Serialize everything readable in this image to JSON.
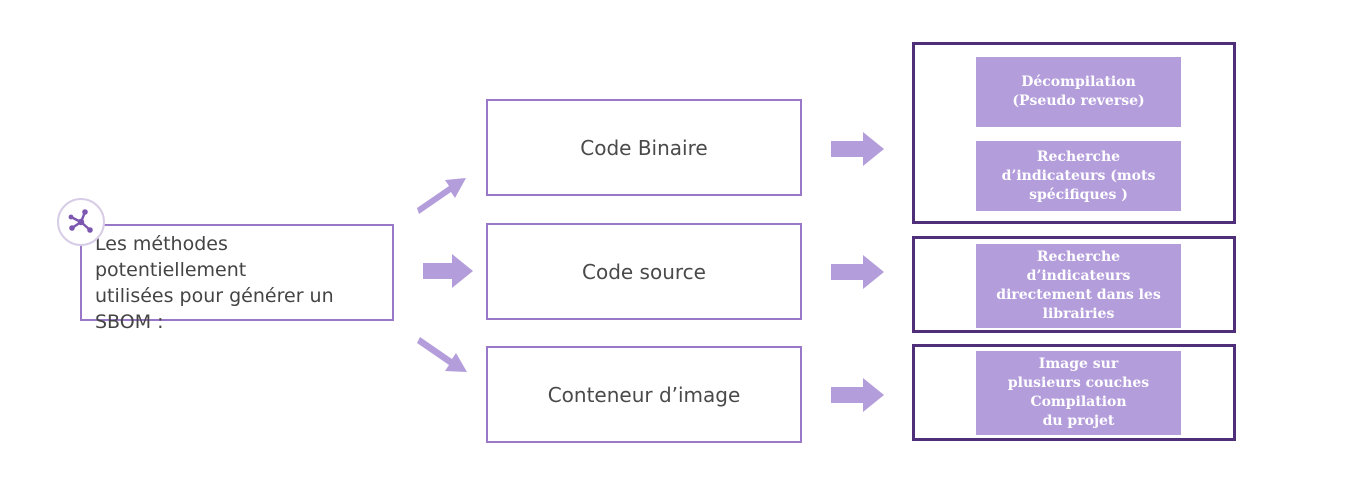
{
  "colors": {
    "accent": "#b39ddb",
    "box_border": "#9a78c8",
    "result_border": "#4f2f7a"
  },
  "start": {
    "icon": "network-nodes-icon",
    "lines": [
      "Les méthodes potentiellement",
      "utilisées pour générer un",
      "SBOM :"
    ]
  },
  "methods": [
    {
      "label": "Code Binaire"
    },
    {
      "label": "Code source"
    },
    {
      "label": "Conteneur d’image"
    }
  ],
  "results": [
    {
      "tags": [
        {
          "lines": [
            "Décompilation",
            "(Pseudo reverse)"
          ]
        },
        {
          "lines": [
            "Recherche",
            "d’indicateurs (mots",
            "spécifiques )"
          ]
        }
      ]
    },
    {
      "tags": [
        {
          "lines": [
            "Recherche",
            "d’indicateurs",
            "directement dans les",
            "librairies"
          ]
        }
      ]
    },
    {
      "tags": [
        {
          "lines": [
            "Image sur",
            "plusieurs couches",
            "Compilation",
            "du projet"
          ]
        }
      ]
    }
  ]
}
